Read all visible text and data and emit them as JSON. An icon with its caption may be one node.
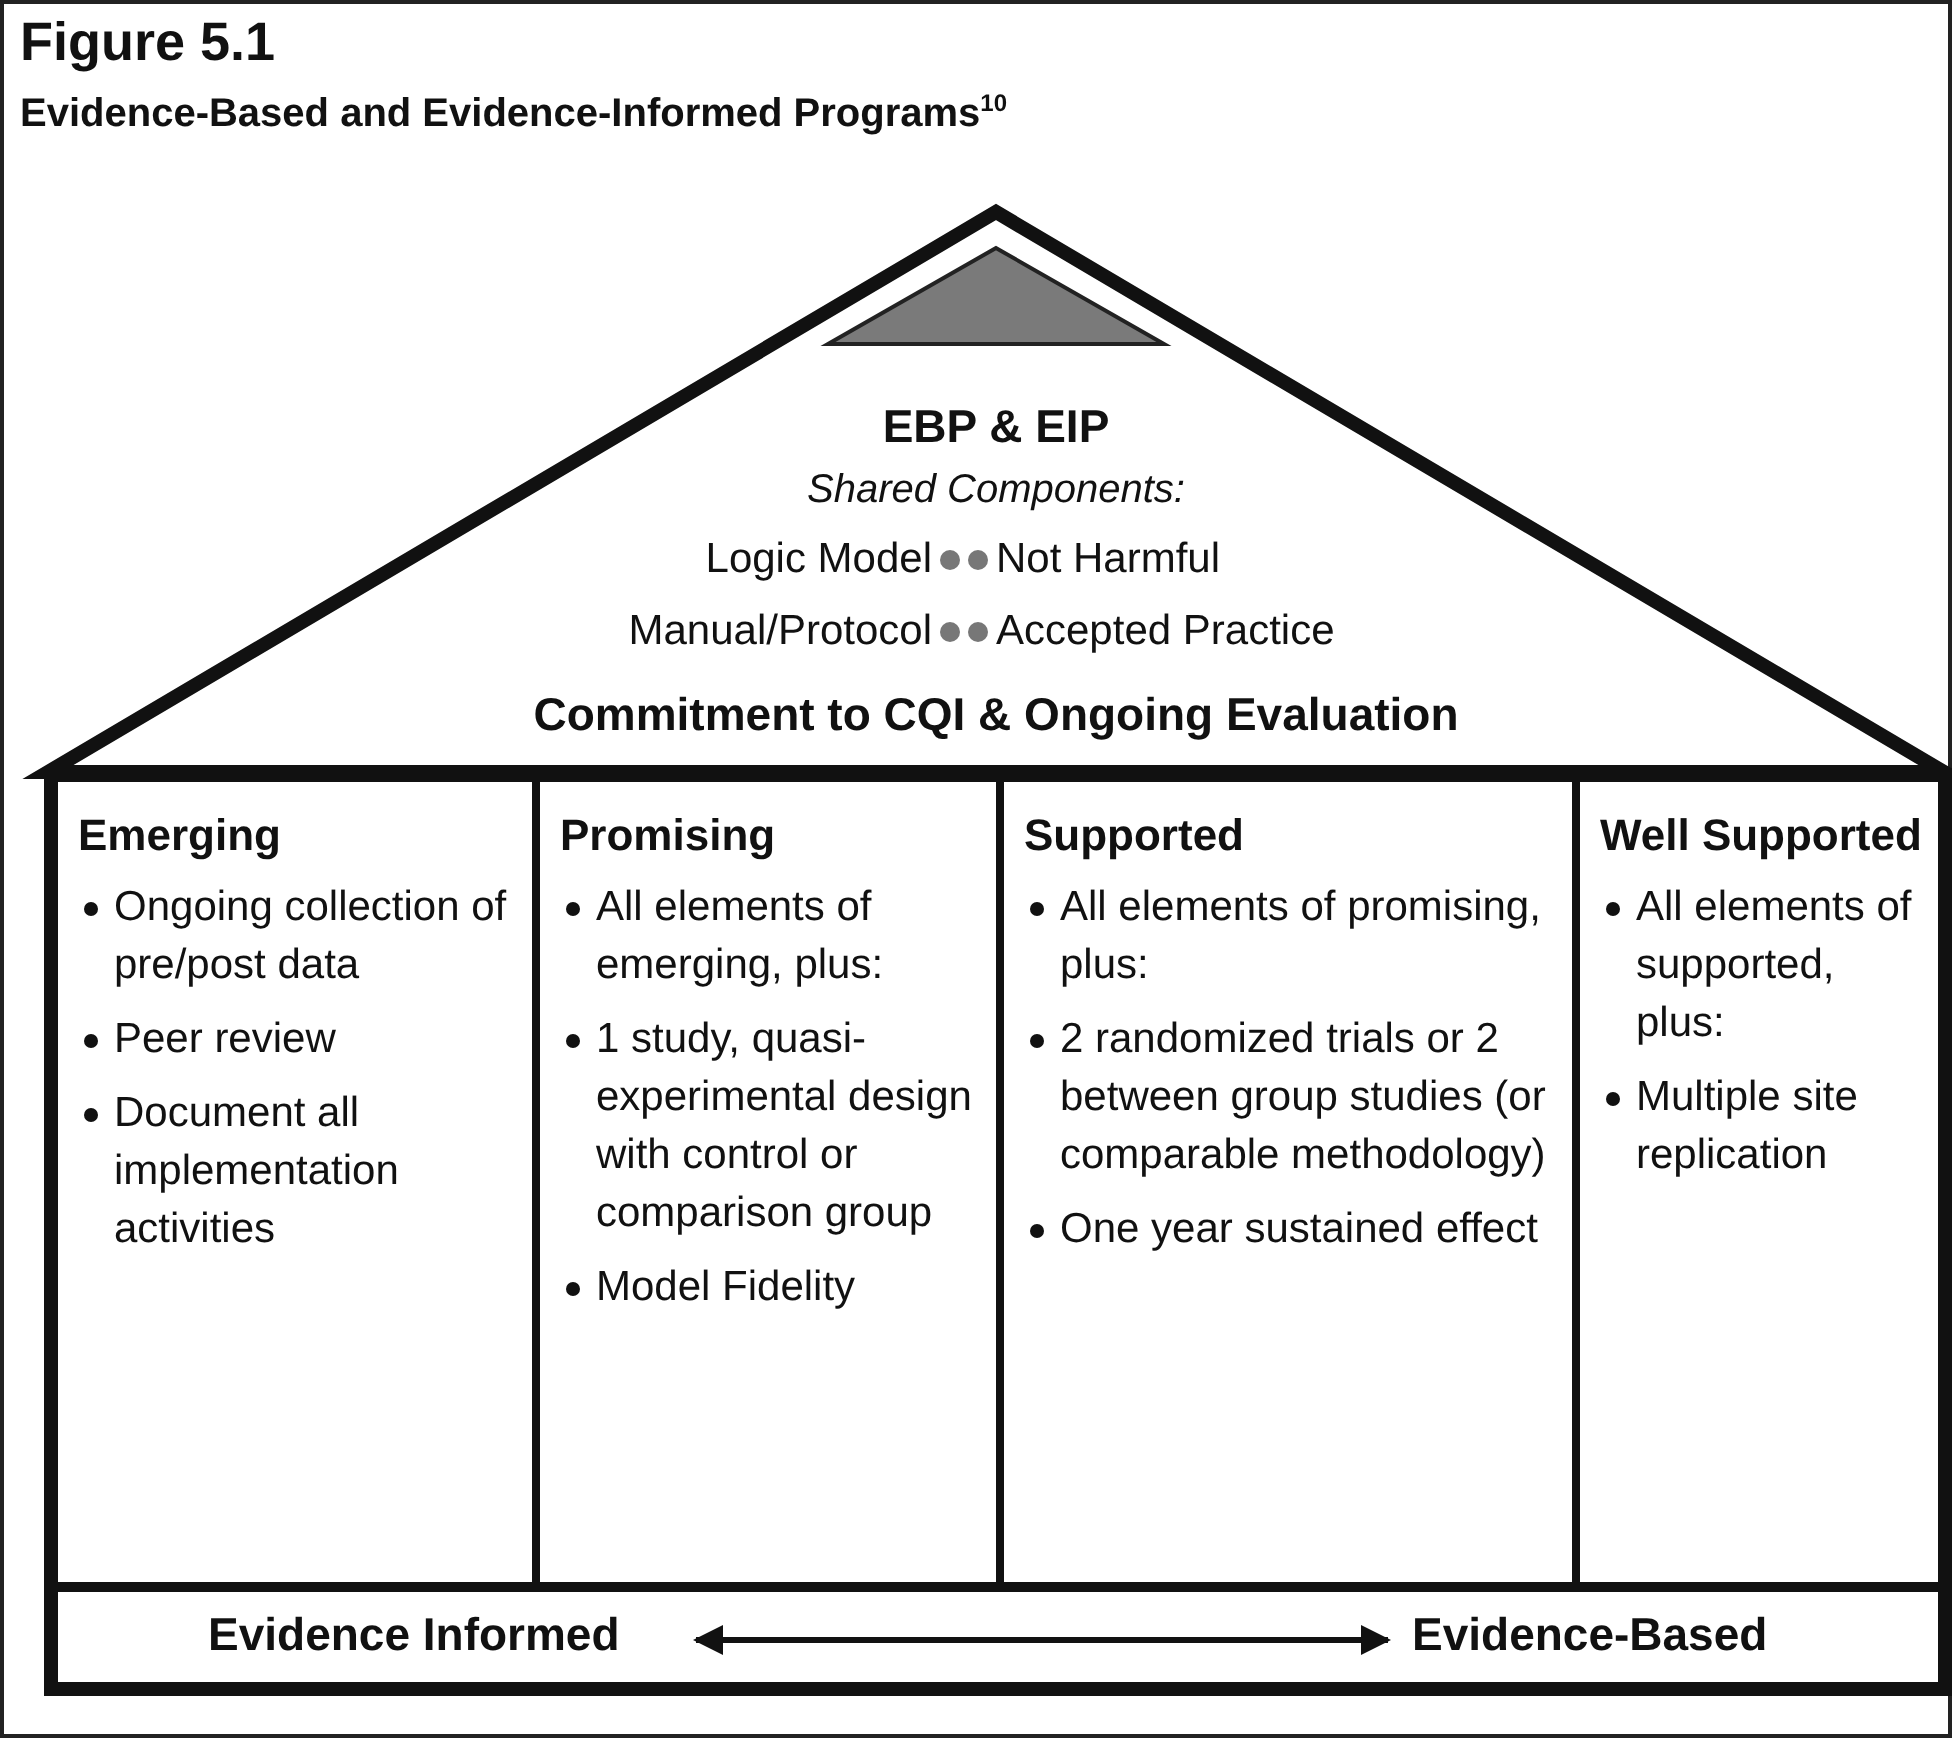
{
  "diagram": {
    "title": "Evidence-Based and Evidence-Informed Programs$^{10}$",
    "nodes": [
      {
        "text": [
          "EBP & EIP",
          "Shared Components:",
          "Logic Model",
          "Not Harmful",
          "Manual/Protocol",
          "Accepted Practice",
          "Commitment to CQI & Ongoing Evaluation"
        ]
      },
      {
        "text": [
          "Emerging",
          "Ongoing collection of pre/post data",
          "Peer review",
          "Document all implementation activities"
        ]
      },
      {
        "text": [
          "Promising",
          "All elements of emerging, plus:",
          "1 study, quasi-experimental design with control or comparison group",
          "Model Fidelity"
        ]
      },
      {
        "text": [
          "Supported",
          "All elements of promising, plus:",
          "2 randomized trials or 2 between group studies (or comparable methodology)",
          "One year sustained effect"
        ]
      },
      {
        "text": [
          "Well Supported",
          "All elements of supported, plus:",
          "Multiple site replication"
        ]
      },
      {
        "text": [
          "Evidence Informed"
        ]
      },
      {
        "text": [
          "Evidence-Based"
        ]
      }
    ],
    "edges": [
      {
        "from": 5,
        "to": 6,
        "arrow": "both"
      }
    ],
    "labels": [
      "Figure 5.1"
    ]
  }
}
